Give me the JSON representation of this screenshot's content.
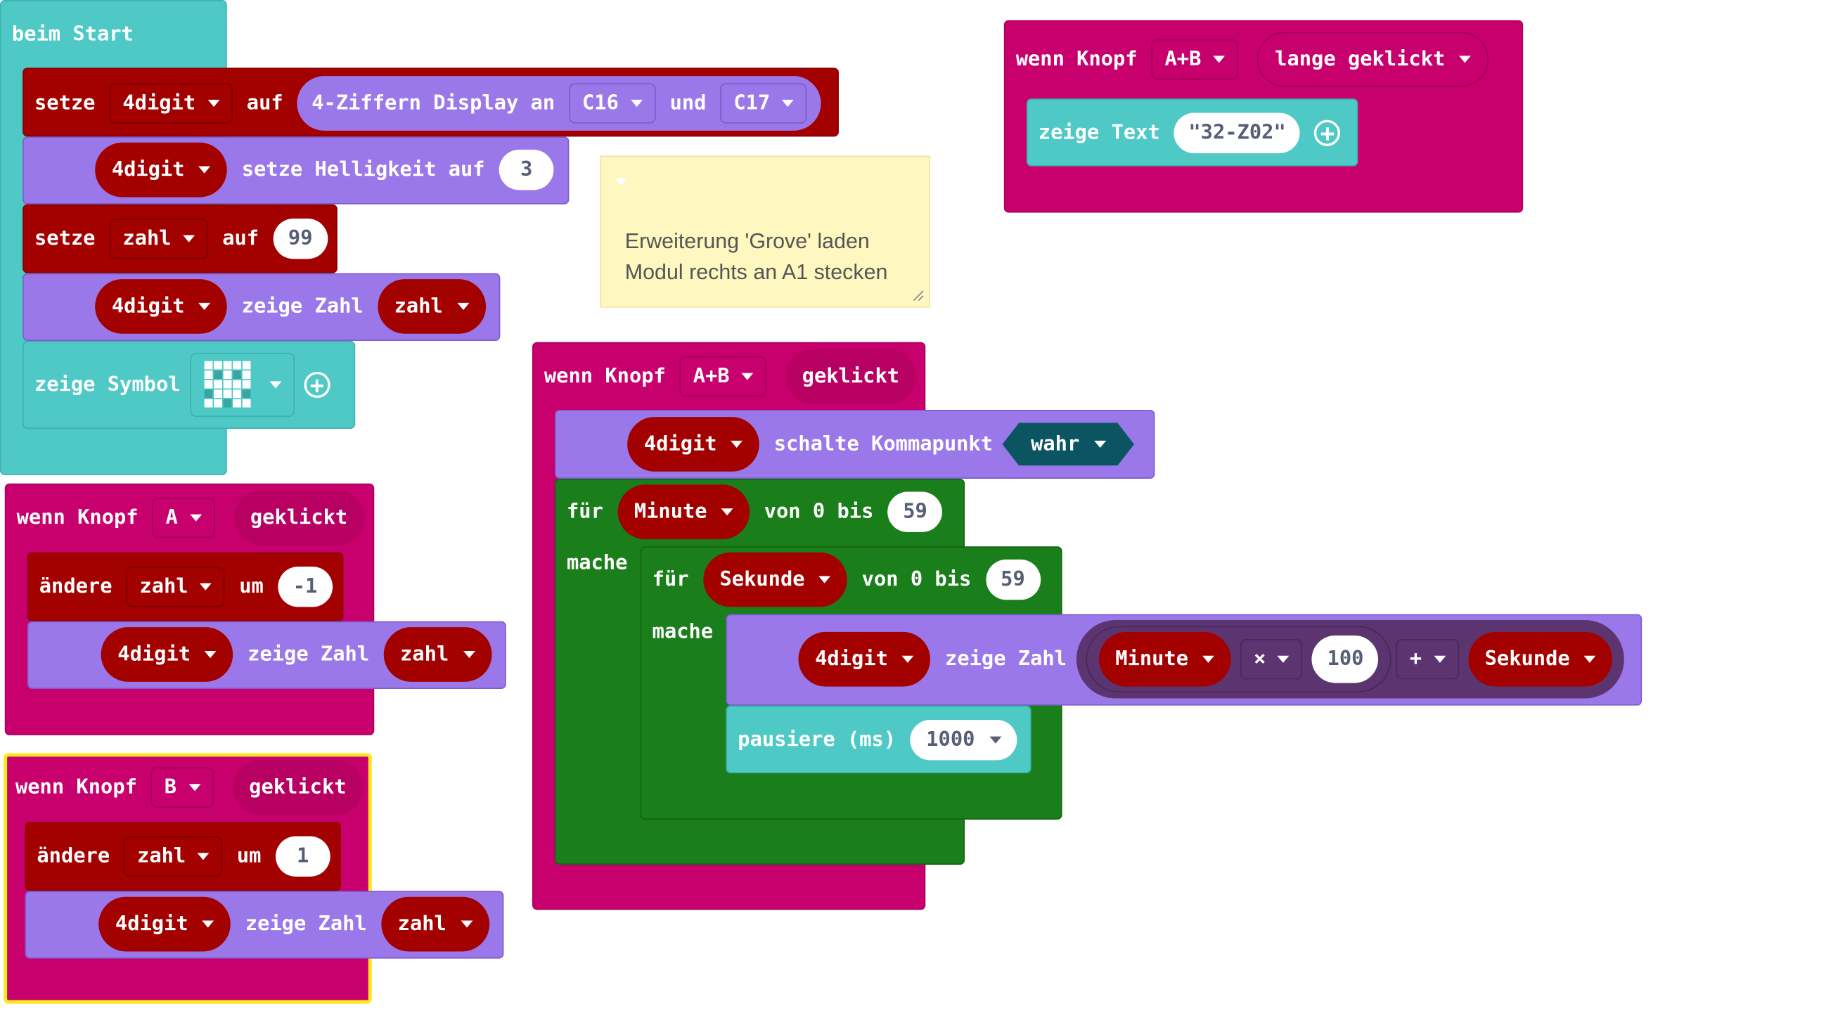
{
  "start": {
    "hat": "beim Start",
    "set1": {
      "kw": "setze",
      "var": "4digit",
      "to": "auf",
      "expr": "4-Ziffern Display an",
      "pin1": "C16",
      "and": "und",
      "pin2": "C17"
    },
    "bright": {
      "var": "4digit",
      "label": "setze Helligkeit auf",
      "value": "3"
    },
    "set2": {
      "kw": "setze",
      "var": "zahl",
      "to": "auf",
      "value": "99"
    },
    "show": {
      "var": "4digit",
      "label": "zeige Zahl",
      "value": "zahl"
    },
    "symbol": {
      "label": "zeige Symbol",
      "icon": "heart-led-matrix-icon"
    }
  },
  "comment": {
    "line1": "Erweiterung 'Grove' laden",
    "line2": "Modul rechts an A1 stecken"
  },
  "handler_long": {
    "when": "wenn Knopf",
    "button": "A+B",
    "event": "lange geklickt",
    "show_label": "zeige Text",
    "text": "\"32-Z02\""
  },
  "handler_a": {
    "when": "wenn Knopf",
    "button": "A",
    "event": "geklickt",
    "change_kw": "ändere",
    "change_var": "zahl",
    "by": "um",
    "delta": "-1",
    "show_var": "4digit",
    "show_label": "zeige Zahl",
    "show_value": "zahl"
  },
  "handler_b": {
    "when": "wenn Knopf",
    "button": "B",
    "event": "geklickt",
    "change_kw": "ändere",
    "change_var": "zahl",
    "by": "um",
    "delta": "1",
    "show_var": "4digit",
    "show_label": "zeige Zahl",
    "show_value": "zahl"
  },
  "handler_ab": {
    "when": "wenn Knopf",
    "button": "A+B",
    "event": "geklickt",
    "dp": {
      "var": "4digit",
      "label": "schalte Kommapunkt",
      "value": "wahr"
    },
    "loop1": {
      "for": "für",
      "var": "Minute",
      "range": "von 0 bis",
      "max": "59",
      "do": "mache"
    },
    "loop2": {
      "for": "für",
      "var": "Sekunde",
      "range": "von 0 bis",
      "max": "59",
      "do": "mache"
    },
    "show": {
      "var": "4digit",
      "label": "zeige Zahl",
      "a": "Minute",
      "op1": "×",
      "n": "100",
      "op2": "+",
      "b": "Sekunde"
    },
    "pause": {
      "label": "pausiere (ms)",
      "value": "1000"
    }
  },
  "colors": {
    "events": "#c8006e",
    "variables": "#a30000",
    "display": "#9b78ea",
    "basic": "#4fc9c6",
    "loops": "#1a7f1a",
    "selected": "#ffe822",
    "comment": "#fef7c0"
  }
}
